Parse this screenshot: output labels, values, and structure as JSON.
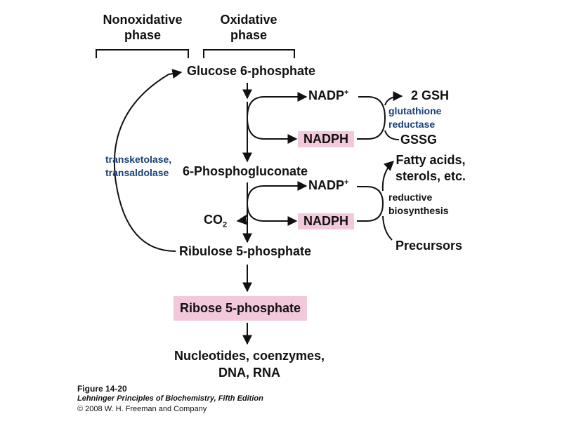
{
  "phases": {
    "nonoxidative_line1": "Nonoxidative",
    "nonoxidative_line2": "phase",
    "oxidative_line1": "Oxidative",
    "oxidative_line2": "phase"
  },
  "metabolites": {
    "glucose6p": "Glucose 6-phosphate",
    "phosphogluconate": "6-Phosphogluconate",
    "ribulose5p": "Ribulose 5-phosphate",
    "ribose5p": "Ribose 5-phosphate",
    "products_line1": "Nucleotides, coenzymes,",
    "products_line2": "DNA, RNA",
    "co2_base": "CO",
    "co2_sub": "2"
  },
  "cofactors": {
    "nadp_base": "NADP",
    "nadp_sup": "+",
    "nadph": "NADPH",
    "gsh": "2 GSH",
    "gssg": "GSSG",
    "fatty_line1": "Fatty acids,",
    "fatty_line2": "sterols, etc.",
    "precursors": "Precursors"
  },
  "enzymes": {
    "transketolase_line1": "transketolase,",
    "transketolase_line2": "transaldolase",
    "glutathione_line1": "glutathione",
    "glutathione_line2": "reductase"
  },
  "labels": {
    "reductive_line1": "reductive",
    "reductive_line2": "biosynthesis"
  },
  "caption": {
    "figure": "Figure 14-20",
    "book": "Lehninger Principles of Biochemistry, Fifth Edition",
    "copyright": "© 2008 W. H. Freeman and Company"
  },
  "colors": {
    "highlight": "#f2c8dc",
    "enzyme_text": "#1a3f7a",
    "ink": "#111111"
  }
}
